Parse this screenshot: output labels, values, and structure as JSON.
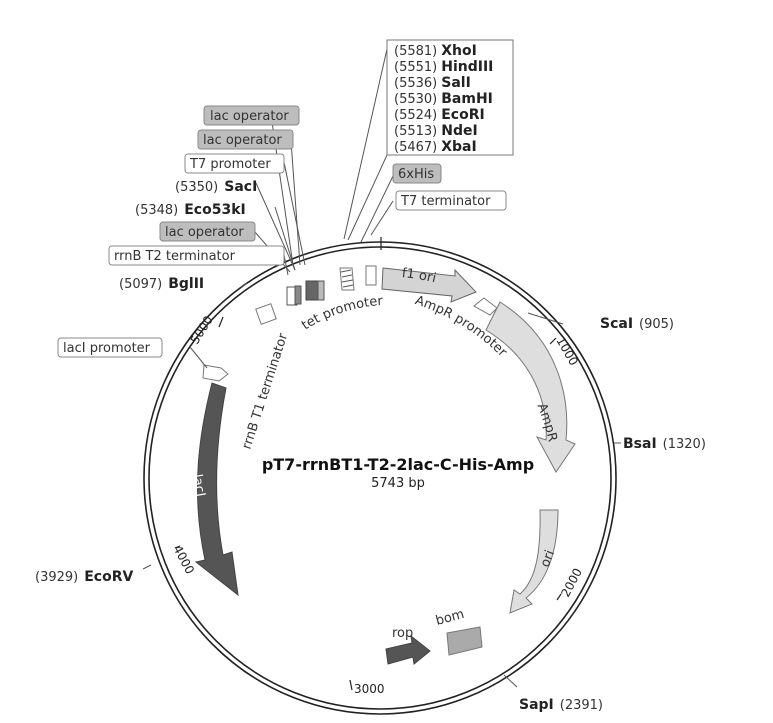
{
  "plasmid": {
    "name": "pT7-rrnBT1-T2-2lac-C-His-Amp",
    "size": "5743 bp"
  },
  "boxed_labels": {
    "lac_operator_1": "lac operator",
    "lac_operator_2": "lac operator",
    "t7_promoter": "T7 promoter",
    "lac_operator_3": "lac operator",
    "rrnb_t2_terminator": "rrnB T2 terminator",
    "laci_promoter": "lacI promoter",
    "his_tag": "6xHis",
    "t7_terminator": "T7 terminator"
  },
  "mcs_sites": [
    {
      "pos": "(5581)",
      "name": "XhoI"
    },
    {
      "pos": "(5551)",
      "name": "HindIII"
    },
    {
      "pos": "(5536)",
      "name": "SalI"
    },
    {
      "pos": "(5530)",
      "name": "BamHI"
    },
    {
      "pos": "(5524)",
      "name": "EcoRI"
    },
    {
      "pos": "(5513)",
      "name": "NdeI"
    },
    {
      "pos": "(5467)",
      "name": "XbaI"
    }
  ],
  "sites": {
    "saci": {
      "pos": "(5350)",
      "name": "SacI"
    },
    "eco53ki": {
      "pos": "(5348)",
      "name": "Eco53kI"
    },
    "bglii": {
      "pos": "(5097)",
      "name": "BglII"
    },
    "scai": {
      "pos": "(905)",
      "name": "ScaI"
    },
    "bsai": {
      "pos": "(1320)",
      "name": "BsaI"
    },
    "sapi": {
      "pos": "(2391)",
      "name": "SapI"
    },
    "ecorv": {
      "pos": "(3929)",
      "name": "EcoRV"
    }
  },
  "features": {
    "f1_ori": "f1 ori",
    "ampr_promoter": "AmpR promoter",
    "ampr": "AmpR",
    "ori": "ori",
    "rop": "rop",
    "bom": "bom",
    "laci": "lacI",
    "rrnb_t1_terminator": "rrnB T1 terminator",
    "tet_promoter": "tet promoter"
  },
  "ticks": {
    "t1000": "1000",
    "t2000": "2000",
    "t3000": "3000",
    "t4000": "4000",
    "t5000": "5000"
  },
  "colors": {
    "dark_feature": "#555555",
    "light_feature": "#dedede",
    "mid_feature": "#b0b0b0",
    "boxed_gray": "#bdbdbd"
  }
}
